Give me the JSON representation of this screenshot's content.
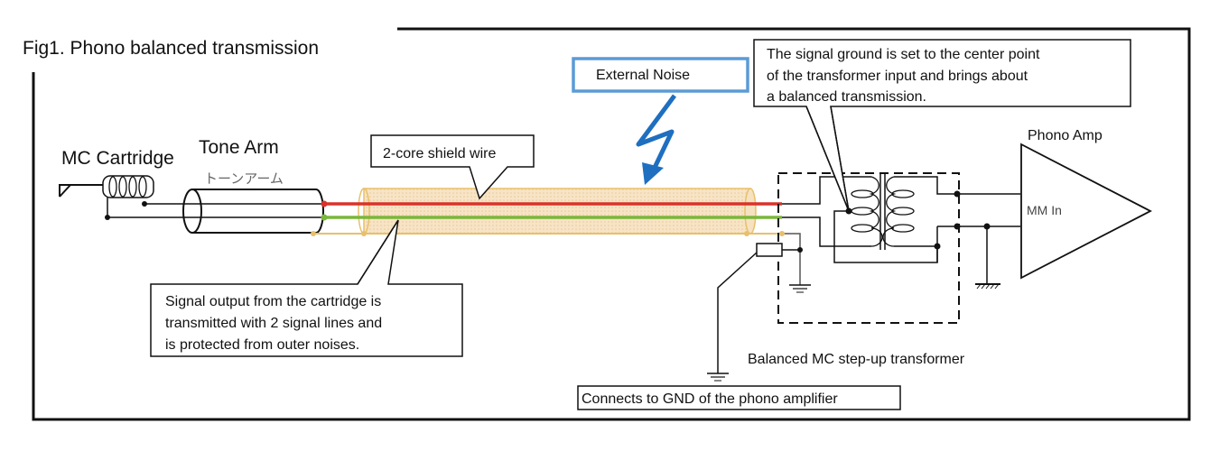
{
  "figure": {
    "title": "Fig1. Phono balanced transmission"
  },
  "components": {
    "cartridge": "MC Cartridge",
    "tone_arm": "Tone Arm",
    "tone_arm_jp": "トーンアーム",
    "shield_wire": "2-core shield wire",
    "external_noise": "External Noise",
    "phono_amp": "Phono Amp",
    "amp_input": "MM In",
    "transformer": "Balanced MC step-up transformer"
  },
  "callouts": {
    "signal_ground": [
      "The signal ground is set to the center point",
      "of the transformer input and brings about",
      "a balanced transmission."
    ],
    "signal_output": [
      "Signal output from the cartridge is",
      "transmitted with 2 signal lines and",
      "is protected from outer noises."
    ],
    "gnd_connect": "Connects to GND of the phono amplifier"
  },
  "colors": {
    "hot_wire": "#d9322b",
    "cold_wire": "#7ab73a",
    "shield": "#e8c06a",
    "shield_fill": "#f6e2c0",
    "noise": "#1e6fc0",
    "noise_box": "#5b9bd5"
  }
}
